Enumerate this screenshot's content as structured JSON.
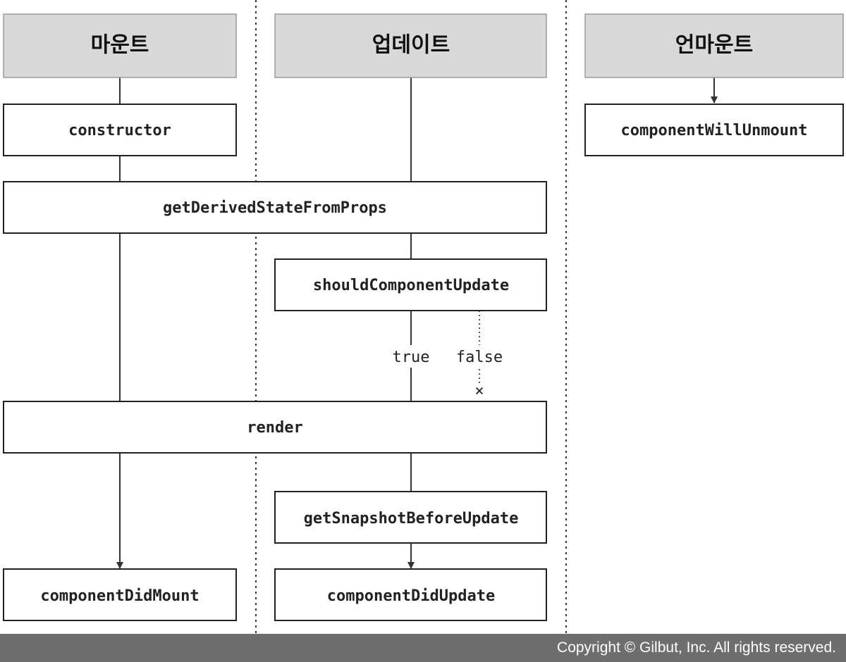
{
  "phases": {
    "mount": "마운트",
    "update": "업데이트",
    "unmount": "언마운트"
  },
  "methods": {
    "constructor": "constructor",
    "getDerivedStateFromProps": "getDerivedStateFromProps",
    "shouldComponentUpdate": "shouldComponentUpdate",
    "render": "render",
    "getSnapshotBeforeUpdate": "getSnapshotBeforeUpdate",
    "componentDidMount": "componentDidMount",
    "componentDidUpdate": "componentDidUpdate",
    "componentWillUnmount": "componentWillUnmount"
  },
  "branches": {
    "true_label": "true",
    "false_label": "false",
    "cancel_mark": "×"
  },
  "footer": {
    "copyright": "Copyright © Gilbut, Inc. All rights reserved."
  },
  "colors": {
    "header_fill": "#d9d9d9",
    "header_stroke": "#9a9a9a",
    "box_stroke": "#222222",
    "line": "#333333",
    "footer_bg": "#6e6e6e"
  }
}
